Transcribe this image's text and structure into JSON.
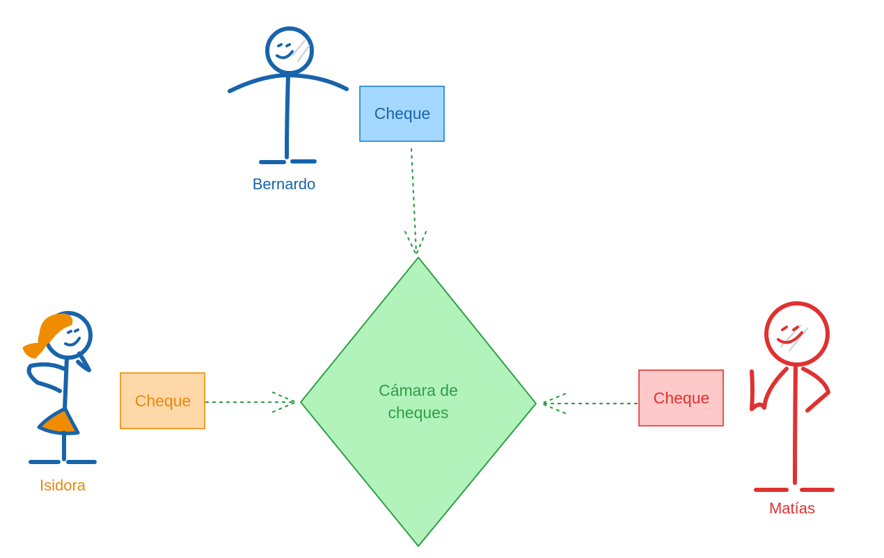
{
  "diagram": {
    "center": {
      "line1": "Cámara de",
      "line2": "cheques"
    },
    "people": {
      "bernardo": {
        "name": "Bernardo"
      },
      "isidora": {
        "name": "Isidora"
      },
      "matias": {
        "name": "Matías"
      }
    },
    "boxes": {
      "top": {
        "label": "Cheque"
      },
      "left": {
        "label": "Cheque"
      },
      "right": {
        "label": "Cheque"
      }
    },
    "colors": {
      "blue": "#1864ab",
      "blue_fill": "#a5d8ff",
      "blue_stroke": "#1c7ed6",
      "orange": "#e8890c",
      "orange_fill": "#ffd8a8",
      "orange_hair": "#f08c00",
      "red": "#e03131",
      "red_fill": "#ffc9c9",
      "green": "#2f9e44",
      "green_fill": "#b2f2bb",
      "face_hatch": "#ced4da"
    }
  }
}
